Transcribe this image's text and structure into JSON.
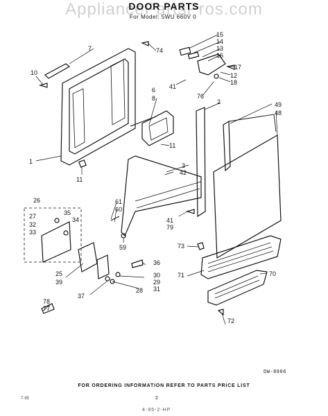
{
  "watermark": "AppliancePartsPros.com",
  "title": "DOOR PARTS",
  "subtitle": "For Model: 5WU 660V 0",
  "footer": "FOR ORDERING INFORMATION REFER TO PARTS PRICE LIST",
  "diagram_code": "DW-8906",
  "page_number": "2",
  "corner_note": "7-95",
  "bottom_mark": "4-95-2-HP",
  "labels": {
    "l1": "1",
    "l2": "2",
    "l3": "3",
    "l6": "6",
    "l7": "7",
    "l8": "8",
    "l10": "10",
    "l11a": "11",
    "l11b": "11",
    "l12": "12",
    "l13": "13",
    "l14": "14",
    "l15": "15",
    "l16": "16",
    "l17": "17",
    "l18": "18",
    "l25": "25",
    "l26": "26",
    "l27": "27",
    "l28": "28",
    "l29": "29",
    "l30": "30",
    "l31": "31",
    "l32": "32",
    "l33": "33",
    "l34": "34",
    "l35": "35",
    "l36": "36",
    "l37": "37",
    "l39": "39",
    "l41a": "41",
    "l41b": "41",
    "l42": "42",
    "l48": "48",
    "l49": "49",
    "l59": "59",
    "l60": "60",
    "l61": "61",
    "l70": "70",
    "l71": "71",
    "l72": "72",
    "l73": "73",
    "l74": "74",
    "l76": "76",
    "l77": "77",
    "l78": "78",
    "l79": "79"
  }
}
